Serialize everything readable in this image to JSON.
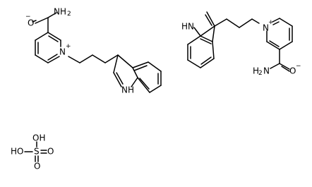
{
  "labels": {
    "mol1_carbonyl_o": "O",
    "mol1_carbonyl_o_charge": "−",
    "mol1_amide_n": "NH",
    "mol1_amide_n_sub": "2",
    "mol1_pyridinium_n": "N",
    "mol1_pyridinium_charge": "+",
    "mol1_indole_nh": "NH",
    "mol2_indole_nh": "HN",
    "mol2_pyridinium_n": "N",
    "mol2_pyridinium_charge": "+",
    "mol2_amide_n": "H",
    "mol2_amide_n_sub": "2",
    "mol2_amide_n_main": "N",
    "mol2_carbonyl_o": "O",
    "mol2_carbonyl_o_charge": "−",
    "sulfate_oh_top": "OH",
    "sulfate_ho": "HO",
    "sulfate_s": "S",
    "sulfate_o_right": "O",
    "sulfate_o_bottom": "O"
  }
}
